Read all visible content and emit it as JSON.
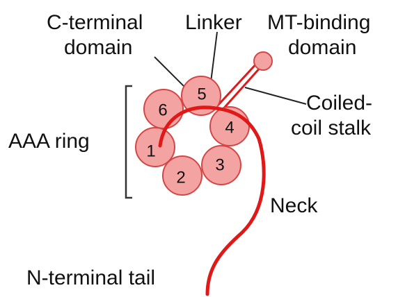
{
  "labels": {
    "c_terminal_line1": "C-terminal",
    "c_terminal_line2": "domain",
    "linker": "Linker",
    "mt_binding_line1": "MT-binding",
    "mt_binding_line2": "domain",
    "coiled_line1": "Coiled-",
    "coiled_line2": "coil stalk",
    "aaa_ring": "AAA ring",
    "neck": "Neck",
    "n_terminal_tail": "N-terminal tail"
  },
  "domains": [
    "1",
    "2",
    "3",
    "4",
    "5",
    "6"
  ],
  "colors": {
    "domain_fill": "#f4a3a3",
    "domain_stroke": "#d64545",
    "chain": "#e01818",
    "leader": "#222222",
    "bracket": "#333333"
  }
}
